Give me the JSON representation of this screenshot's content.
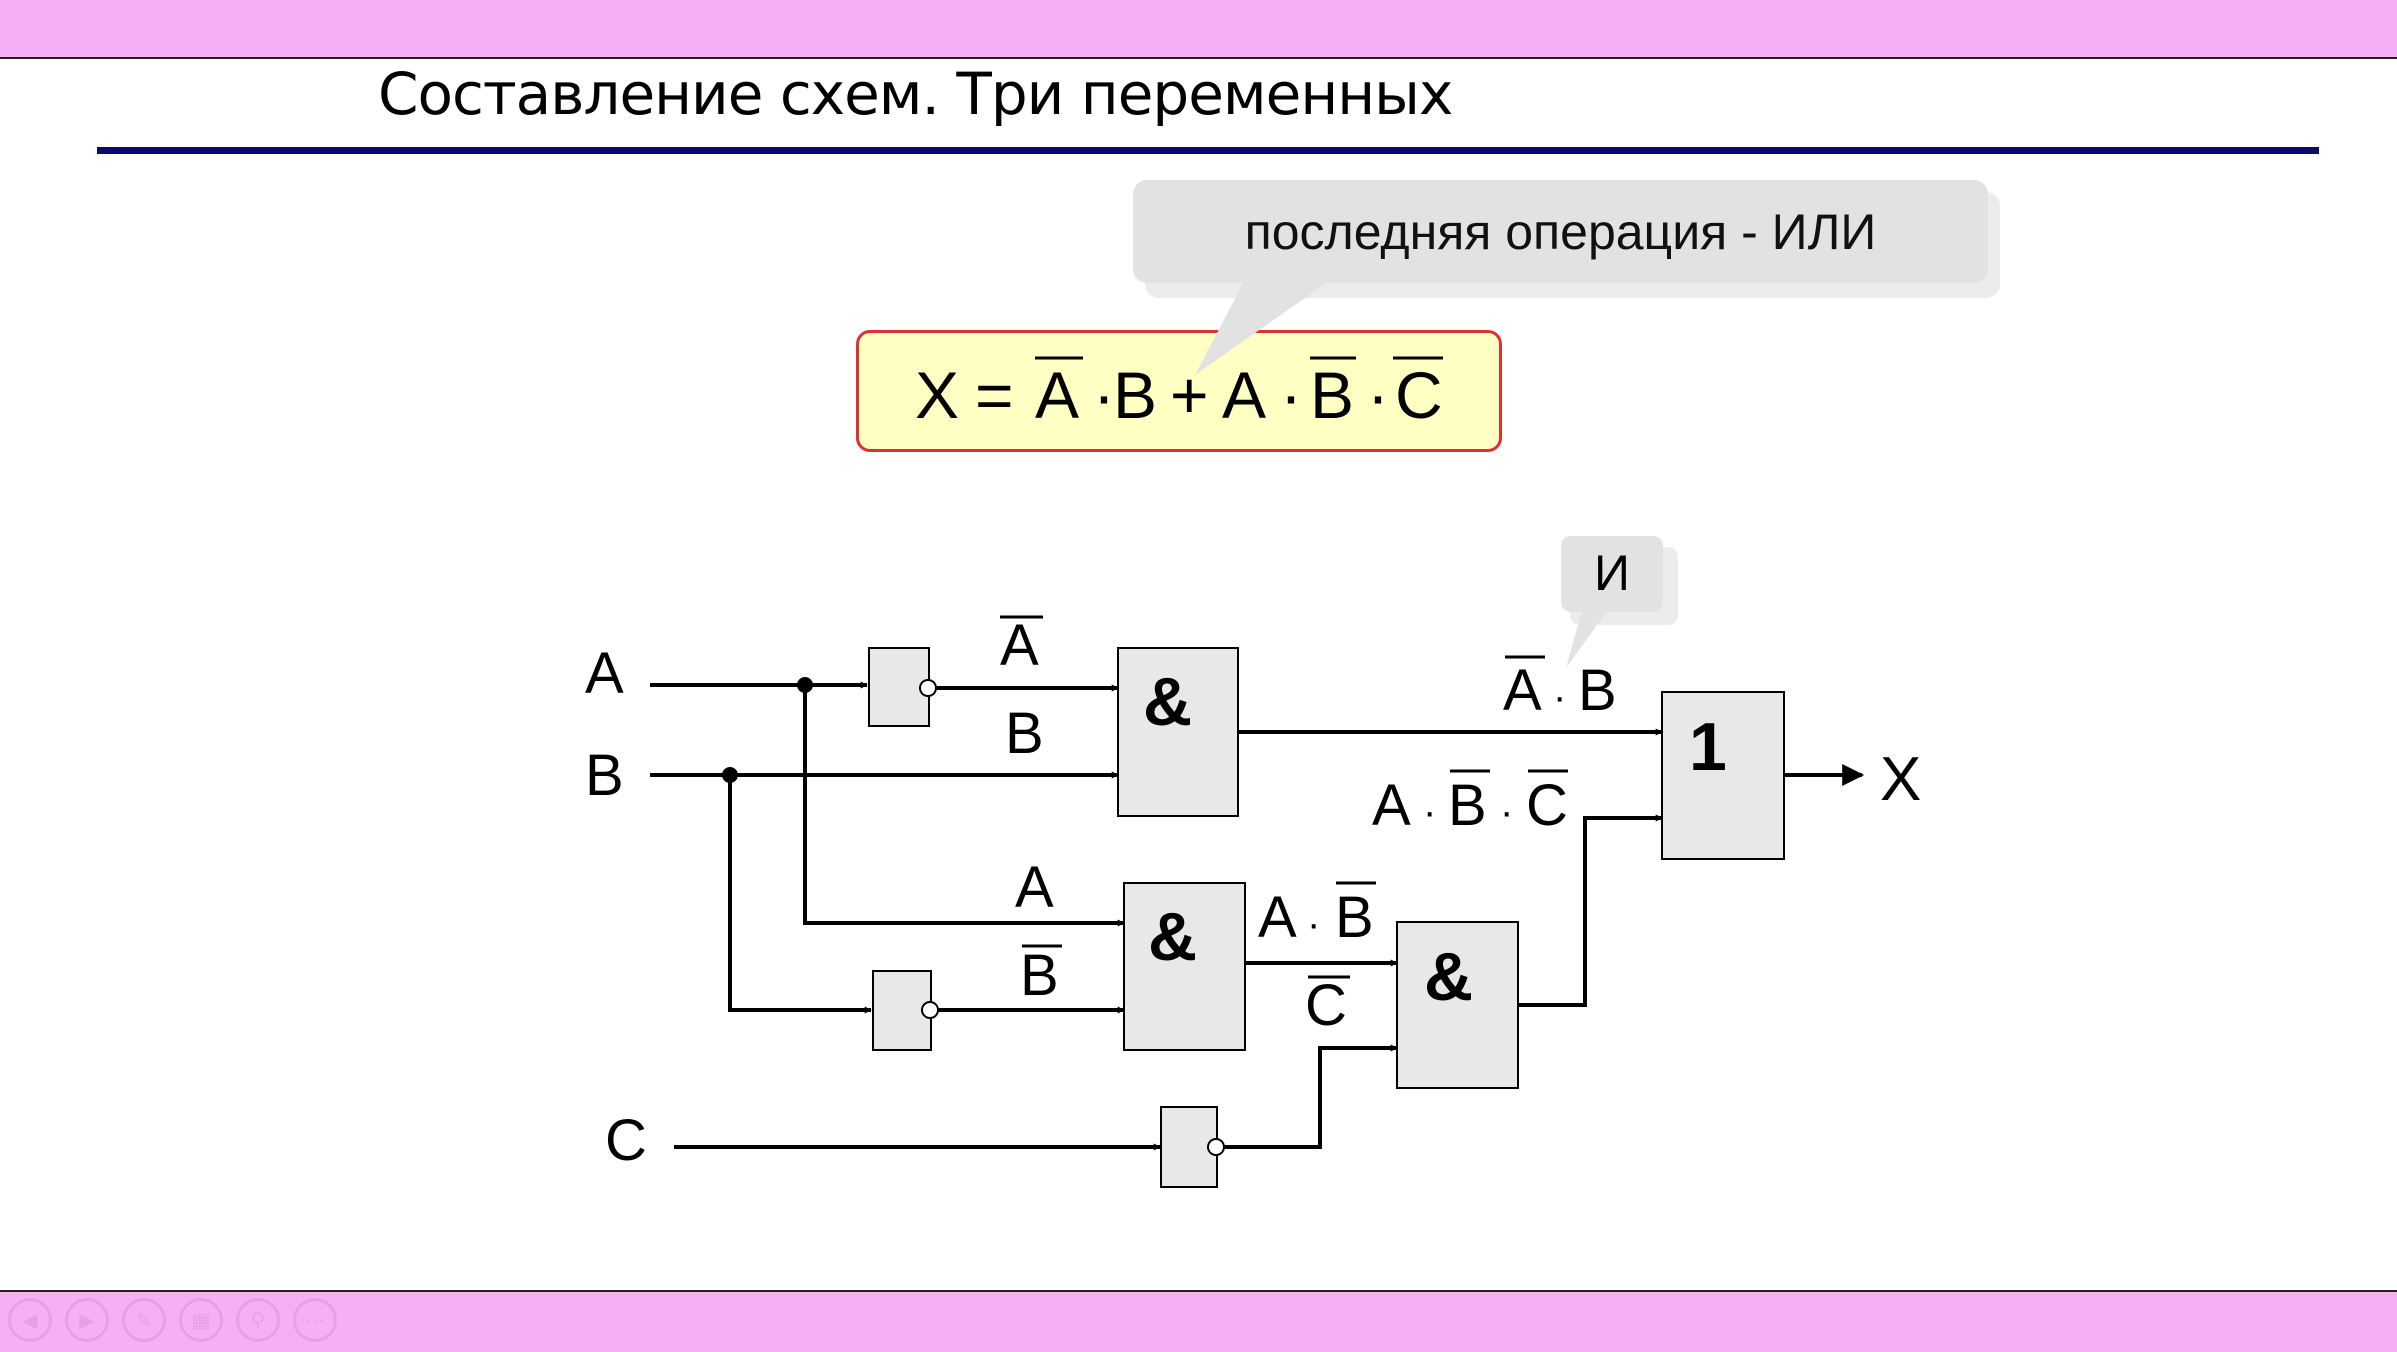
{
  "slide": {
    "title": "Составление схем. Три переменных"
  },
  "callouts": {
    "main": "последняя операция - ИЛИ",
    "and_label": "И"
  },
  "formula": {
    "lhs": "X",
    "equals": "=",
    "t1_a": "A",
    "t1_dot": "·",
    "t1_b": "B",
    "plus": "+",
    "t2_a": "A",
    "t2_dot1": "·",
    "t2_b": "B",
    "t2_dot2": "·",
    "t2_c": "C"
  },
  "circuit": {
    "inputs": {
      "a": "A",
      "b": "B",
      "c": "C"
    },
    "output": "X",
    "gates": {
      "and_symbol": "&",
      "or_symbol": "1"
    },
    "wire_labels": {
      "not_a": "A",
      "b_top": "B",
      "a_mid": "A",
      "not_b": "B",
      "not_c": "C",
      "ab_term_a": "A",
      "ab_term_dot": "·",
      "ab_term_b": "B",
      "abc_a": "A",
      "abc_dot1": "·",
      "abc_b": "B",
      "abc_dot2": "·",
      "abc_c": "C",
      "notab_a": "A",
      "notab_dot": "·",
      "notab_b": "B"
    }
  },
  "nav_icons": [
    "prev-icon",
    "next-icon",
    "pen-icon",
    "slides-icon",
    "zoom-icon",
    "more-icon"
  ],
  "colors": {
    "band": "#f5b0f5",
    "title_rule": "#0a0a6e",
    "formula_fill": "#ffffc4",
    "formula_border": "#e03030",
    "gate_fill": "#e8e8e8",
    "callout_fill": "#e2e2e2"
  }
}
